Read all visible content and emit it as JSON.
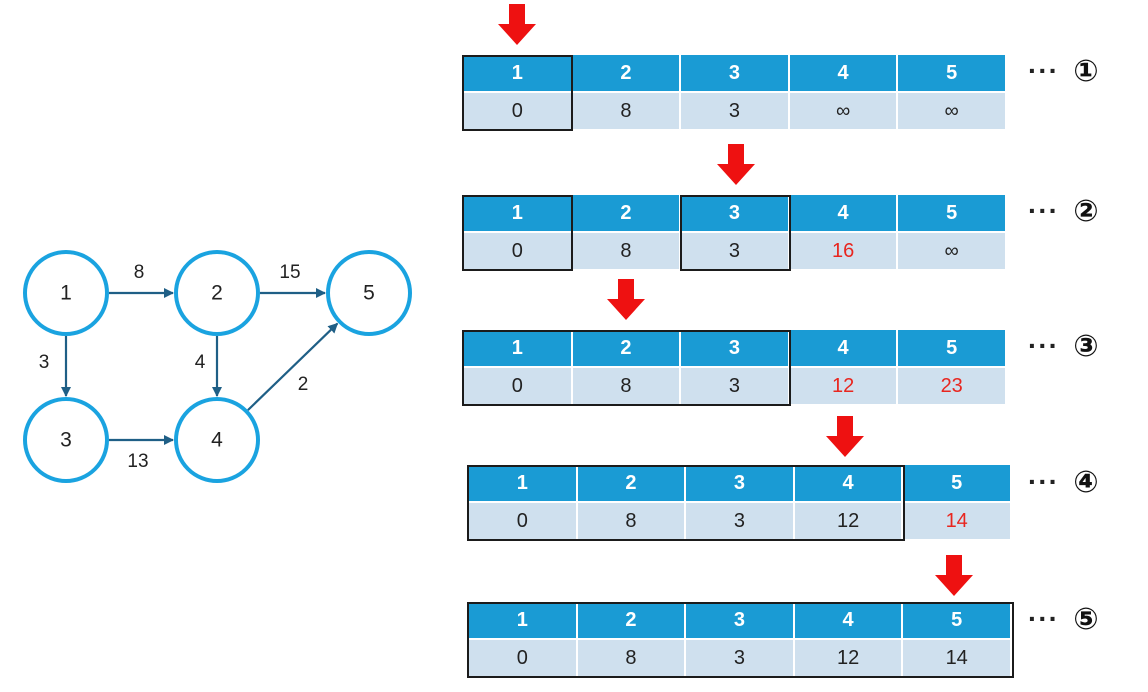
{
  "graph": {
    "nodes": [
      {
        "id": "1",
        "label": "1"
      },
      {
        "id": "2",
        "label": "2"
      },
      {
        "id": "3",
        "label": "3"
      },
      {
        "id": "4",
        "label": "4"
      },
      {
        "id": "5",
        "label": "5"
      }
    ],
    "edges": [
      {
        "from": "1",
        "to": "2",
        "weight": "8"
      },
      {
        "from": "1",
        "to": "3",
        "weight": "3"
      },
      {
        "from": "2",
        "to": "5",
        "weight": "15"
      },
      {
        "from": "2",
        "to": "4",
        "weight": "4"
      },
      {
        "from": "3",
        "to": "4",
        "weight": "13"
      },
      {
        "from": "4",
        "to": "5",
        "weight": "2"
      }
    ]
  },
  "columns": [
    "1",
    "2",
    "3",
    "4",
    "5"
  ],
  "steps": [
    {
      "marker": "①",
      "dots": "···",
      "values": [
        "0",
        "8",
        "3",
        "∞",
        "∞"
      ],
      "changed": [],
      "selected": "1",
      "visited": [
        "1"
      ]
    },
    {
      "marker": "②",
      "dots": "···",
      "values": [
        "0",
        "8",
        "3",
        "16",
        "∞"
      ],
      "changed": [
        3
      ],
      "selected": "3",
      "visited": [
        "1",
        "3"
      ]
    },
    {
      "marker": "③",
      "dots": "···",
      "values": [
        "0",
        "8",
        "3",
        "12",
        "23"
      ],
      "changed": [
        3,
        4
      ],
      "selected": "2",
      "visited": [
        "1",
        "2",
        "3"
      ]
    },
    {
      "marker": "④",
      "dots": "···",
      "values": [
        "0",
        "8",
        "3",
        "12",
        "14"
      ],
      "changed": [
        4
      ],
      "selected": "4",
      "visited": [
        "1",
        "2",
        "3",
        "4"
      ]
    },
    {
      "marker": "⑤",
      "dots": "···",
      "values": [
        "0",
        "8",
        "3",
        "12",
        "14"
      ],
      "changed": [],
      "selected": "5",
      "visited": [
        "1",
        "2",
        "3",
        "4",
        "5"
      ]
    }
  ],
  "colors": {
    "node_stroke": "#1aa3e0",
    "edge": "#1f5f86",
    "header_bg": "#1a9bd4",
    "cell_bg": "#cfe0ee",
    "changed_text": "#e8261f",
    "arrow": "#ee1111"
  }
}
